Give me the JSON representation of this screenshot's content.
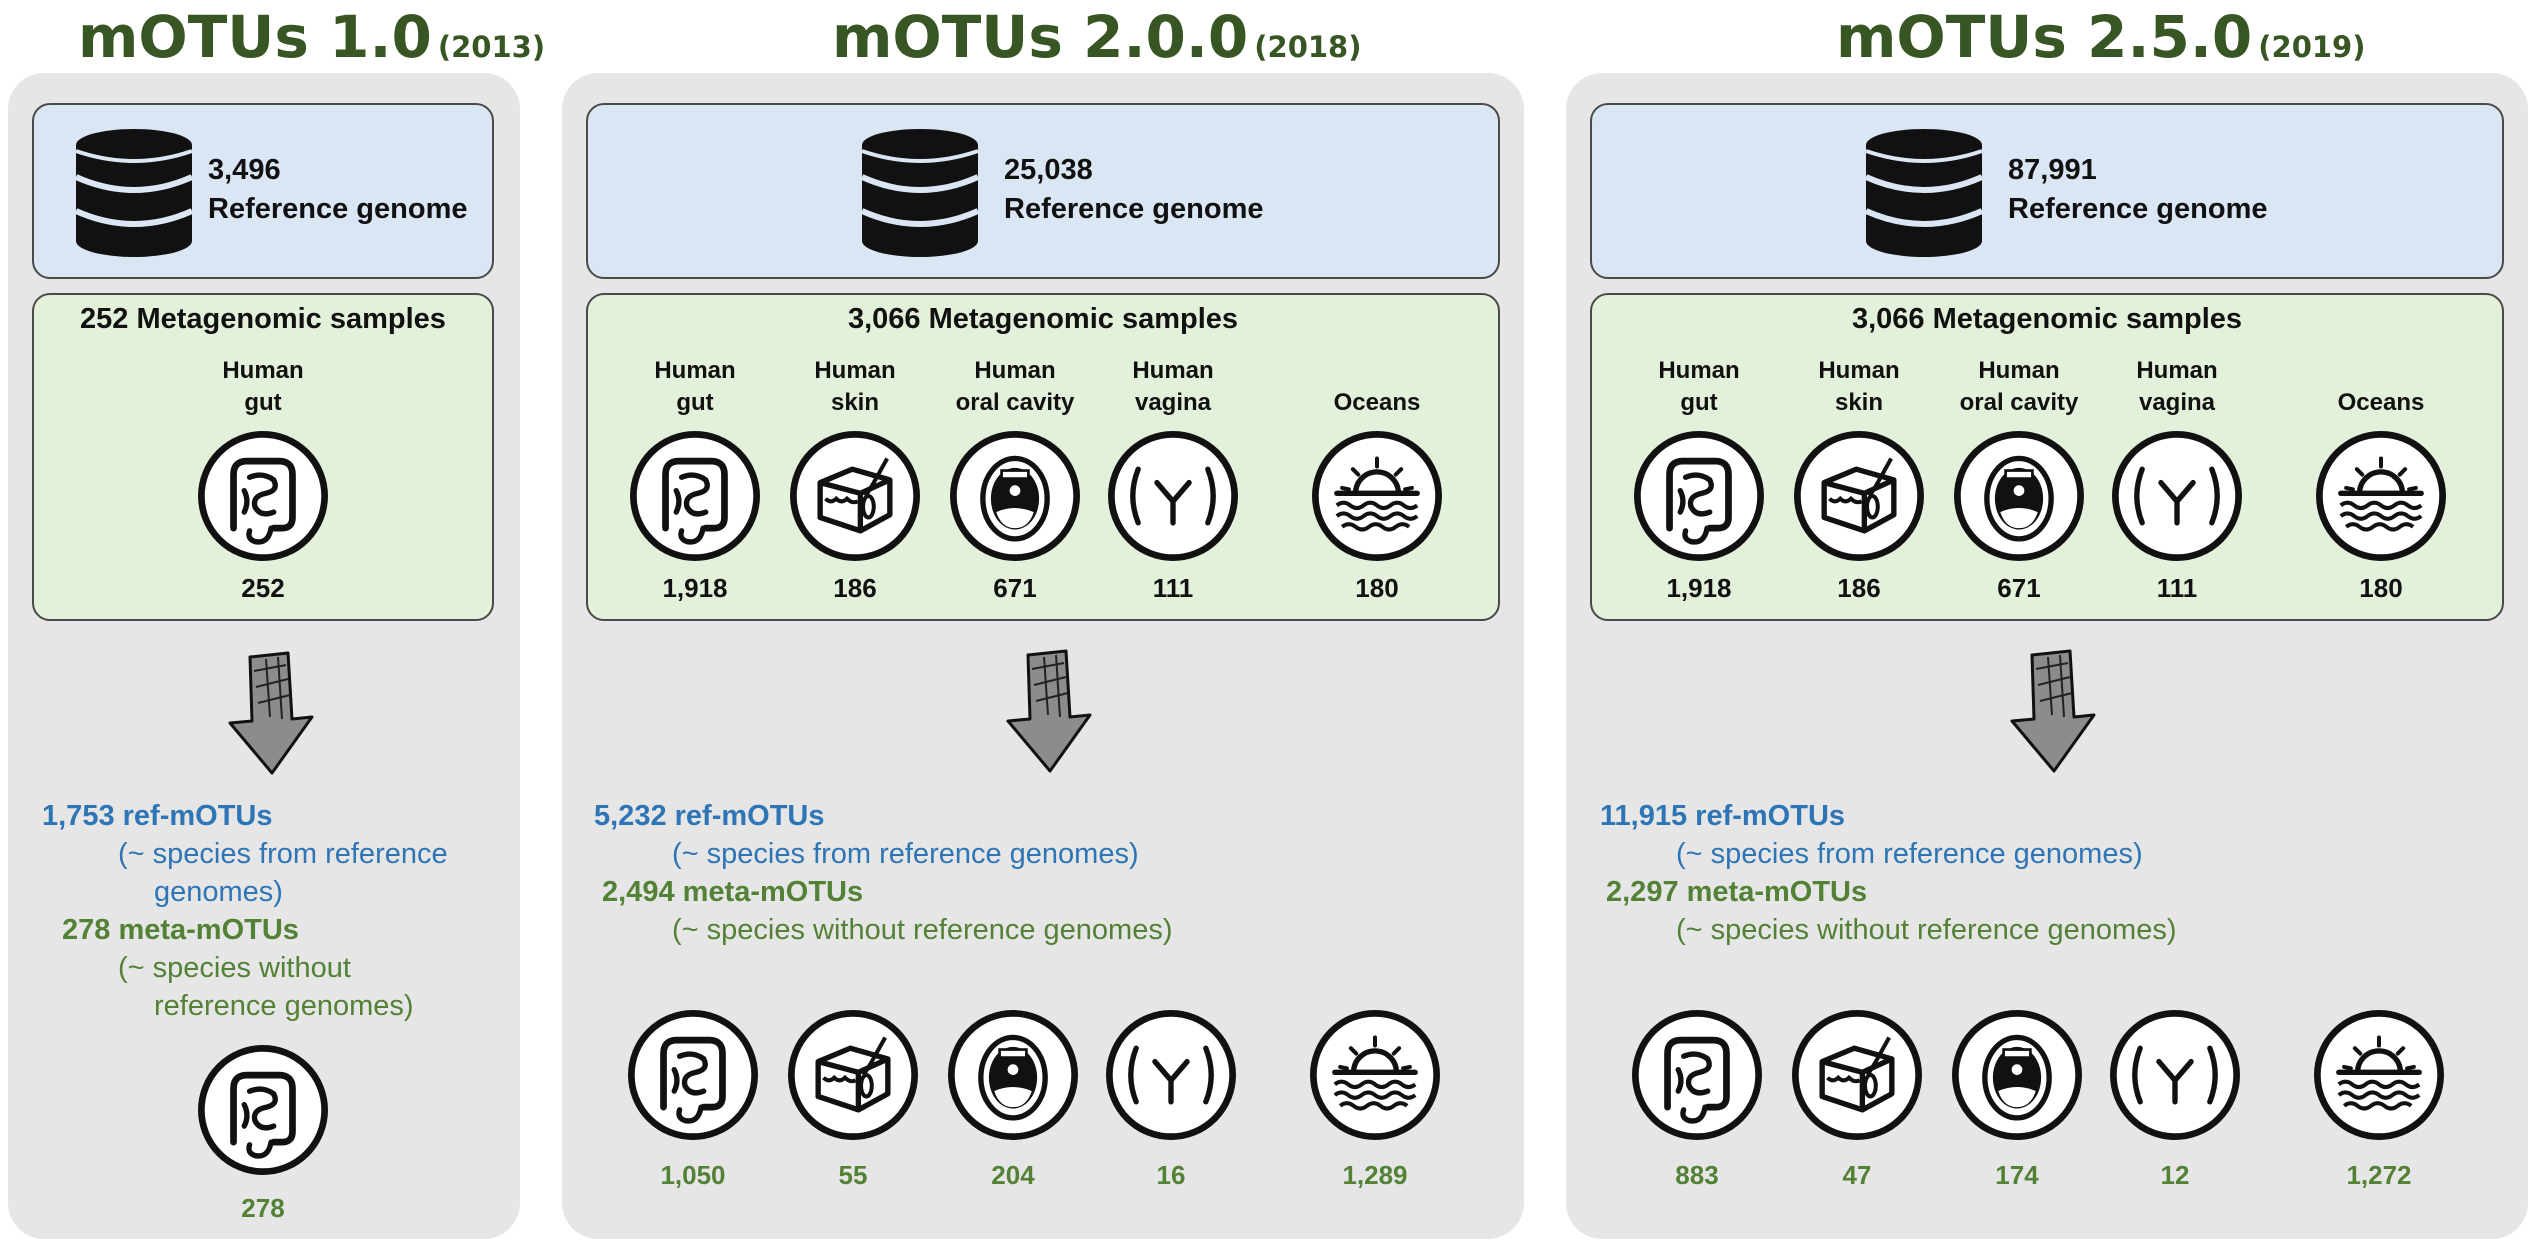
{
  "versions": [
    {
      "title": "mOTUs 1.0",
      "year": "(2013)",
      "genomes_count": "3,496",
      "genomes_label": "Reference genome",
      "samples_title": "252 Metagenomic samples",
      "habitats": [
        {
          "label_line1": "Human",
          "label_line2": "gut",
          "icon": "gut-icon",
          "samples": "252",
          "meta_motus": "278"
        }
      ],
      "ref_motus": "1,753 ref-mOTUs",
      "ref_desc_line1": "(~ species from reference",
      "ref_desc_line2": "genomes)",
      "meta_motus": "278 meta-mOTUs",
      "meta_desc_line1": "(~ species without",
      "meta_desc_line2": "reference genomes)"
    },
    {
      "title": "mOTUs 2.0.0",
      "year": "(2018)",
      "genomes_count": "25,038",
      "genomes_label": "Reference genome",
      "samples_title": "3,066 Metagenomic samples",
      "habitats": [
        {
          "label_line1": "Human",
          "label_line2": "gut",
          "icon": "gut-icon",
          "samples": "1,918",
          "meta_motus": "1,050"
        },
        {
          "label_line1": "Human",
          "label_line2": "skin",
          "icon": "skin-icon",
          "samples": "186",
          "meta_motus": "55"
        },
        {
          "label_line1": "Human",
          "label_line2": "oral cavity",
          "icon": "mouth-icon",
          "samples": "671",
          "meta_motus": "204"
        },
        {
          "label_line1": "Human",
          "label_line2": "vagina",
          "icon": "vagina-icon",
          "samples": "111",
          "meta_motus": "16"
        },
        {
          "label_line1": "",
          "label_line2": "Oceans",
          "icon": "ocean-icon",
          "samples": "180",
          "meta_motus": "1,289"
        }
      ],
      "ref_motus": "5,232 ref-mOTUs",
      "ref_desc": "(~ species from reference genomes)",
      "meta_motus": "2,494 meta-mOTUs",
      "meta_desc": "(~ species without reference genomes)"
    },
    {
      "title": "mOTUs 2.5.0",
      "year": "(2019)",
      "genomes_count": "87,991",
      "genomes_label": "Reference genome",
      "samples_title": "3,066 Metagenomic samples",
      "habitats": [
        {
          "label_line1": "Human",
          "label_line2": "gut",
          "icon": "gut-icon",
          "samples": "1,918",
          "meta_motus": "883"
        },
        {
          "label_line1": "Human",
          "label_line2": "skin",
          "icon": "skin-icon",
          "samples": "186",
          "meta_motus": "47"
        },
        {
          "label_line1": "Human",
          "label_line2": "oral cavity",
          "icon": "mouth-icon",
          "samples": "671",
          "meta_motus": "174"
        },
        {
          "label_line1": "Human",
          "label_line2": "vagina",
          "icon": "vagina-icon",
          "samples": "111",
          "meta_motus": "12"
        },
        {
          "label_line1": "",
          "label_line2": "Oceans",
          "icon": "ocean-icon",
          "samples": "180",
          "meta_motus": "1,272"
        }
      ],
      "ref_motus": "11,915 ref-mOTUs",
      "ref_desc": "(~ species from reference genomes)",
      "meta_motus": "2,297 meta-mOTUs",
      "meta_desc": "(~ species without reference genomes)"
    }
  ],
  "colors": {
    "title_green": "#375623",
    "ref_blue": "#2e75b6",
    "meta_green": "#538135",
    "panel_gray": "#e6e6e6",
    "db_box_blue": "#dae6f3",
    "samples_box_green": "#e3f0da"
  }
}
